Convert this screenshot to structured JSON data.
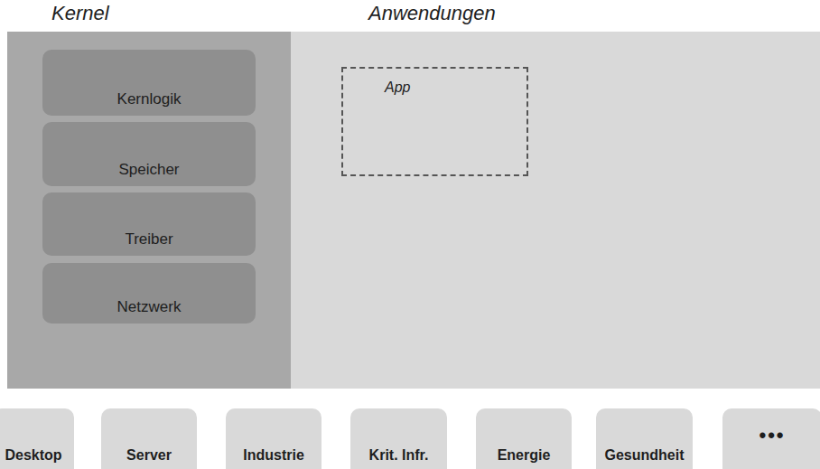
{
  "diagram": {
    "nodes": [
      {
        "text": [
          "Kernel"
        ]
      },
      {
        "text": [
          "Kernlogik"
        ],
        "in": 0
      },
      {
        "text": [
          "Speicher"
        ],
        "in": 0
      },
      {
        "text": [
          "Treiber"
        ],
        "in": 0
      },
      {
        "text": [
          "Netzwerk"
        ],
        "in": 0
      },
      {
        "text": [
          "Anwendungen"
        ]
      },
      {
        "text": [
          "App"
        ],
        "in": 5
      },
      {
        "text": [
          "Desktop"
        ]
      },
      {
        "text": [
          "Server"
        ]
      },
      {
        "text": [
          "Industrie"
        ]
      },
      {
        "text": [
          "Krit. Infr."
        ]
      },
      {
        "text": [
          "Energie"
        ]
      },
      {
        "text": [
          "Gesundheit"
        ]
      },
      {
        "text": [
          "•••"
        ]
      }
    ],
    "edges": [
      {
        "from": 6,
        "to": 1,
        "arrow": "to"
      }
    ]
  }
}
